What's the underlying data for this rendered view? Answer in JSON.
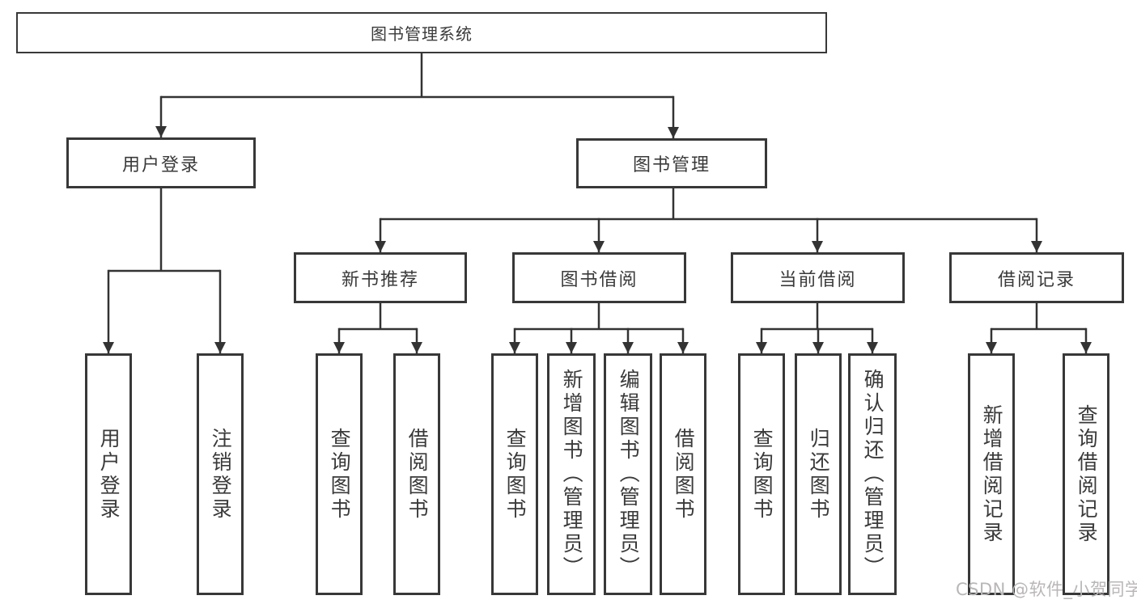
{
  "tree": {
    "root": {
      "label": "图书管理系统"
    },
    "branches": [
      {
        "label": "用户登录",
        "children": [
          {
            "label": "用户登录"
          },
          {
            "label": "注销登录"
          }
        ]
      },
      {
        "label": "图书管理",
        "children": [
          {
            "label": "新书推荐",
            "children": [
              {
                "label": "查询图书"
              },
              {
                "label": "借阅图书"
              }
            ]
          },
          {
            "label": "图书借阅",
            "children": [
              {
                "label": "查询图书"
              },
              {
                "label": "新增图书（管理员）"
              },
              {
                "label": "编辑图书（管理员）"
              },
              {
                "label": "借阅图书"
              }
            ]
          },
          {
            "label": "当前借阅",
            "children": [
              {
                "label": "查询图书"
              },
              {
                "label": "归还图书"
              },
              {
                "label": "确认归还（管理员）"
              }
            ]
          },
          {
            "label": "借阅记录",
            "children": [
              {
                "label": "新增借阅记录"
              },
              {
                "label": "查询借阅记录"
              }
            ]
          }
        ]
      }
    ]
  },
  "watermark": {
    "text": "CSDN @软件_小贺同学"
  },
  "colors": {
    "line": "#333333",
    "box_border": "#383838",
    "text": "#3a3a3a",
    "watermark": "#b9b6b6",
    "background": "#ffffff"
  }
}
